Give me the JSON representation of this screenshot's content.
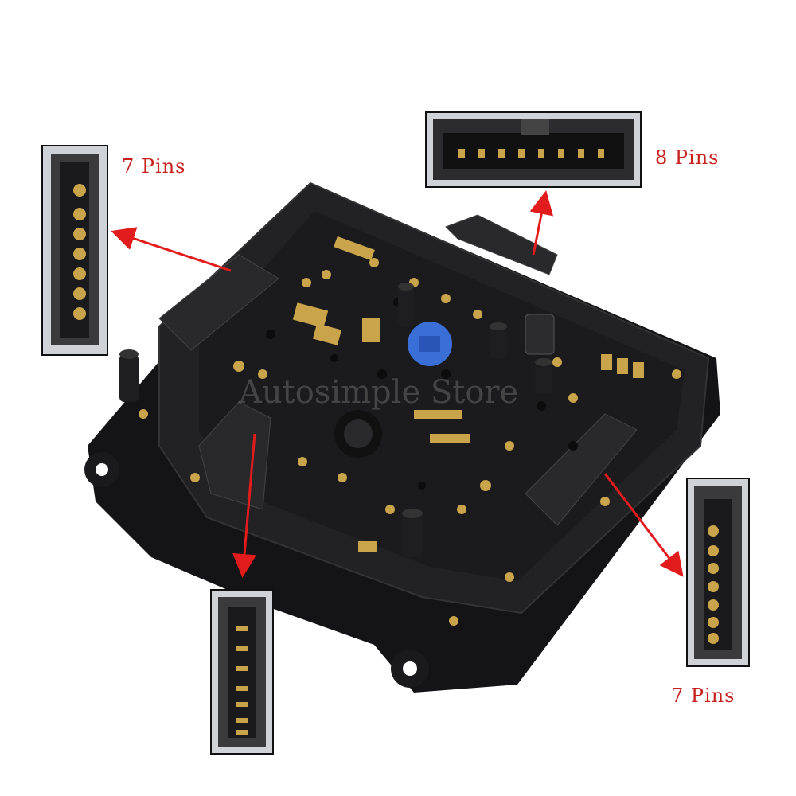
{
  "callouts": {
    "top_left": "7 Pins",
    "top_right": "8 Pins",
    "bottom_right": "7 Pins"
  },
  "watermark": "Autosimple Store",
  "colors": {
    "board": "#1c1c1e",
    "board_edge": "#2a2a2c",
    "pad": "#c9a44a",
    "connector_knob": "#3a6fd8",
    "arrow": "#e21c1c",
    "label": "#c8201c",
    "inset_bg": "#cfd2d6"
  }
}
